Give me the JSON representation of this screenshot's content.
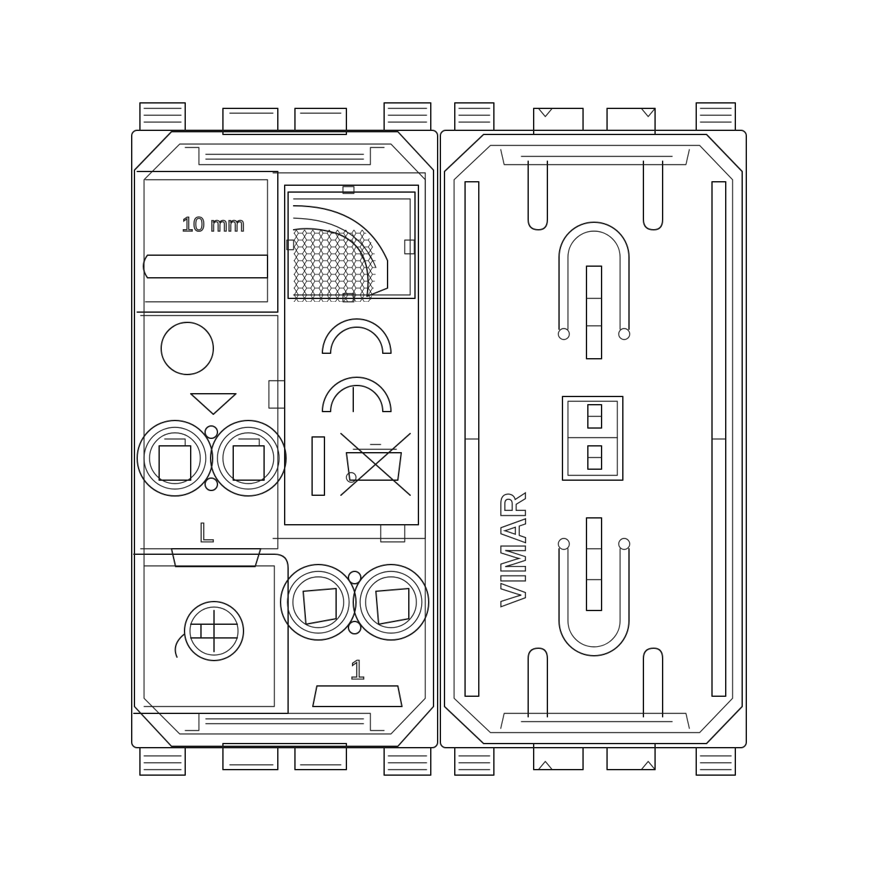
{
  "labels": {
    "strip_length": "10 mm",
    "terminal_left": "L",
    "terminal_right": "1",
    "brand": "VIMAR"
  },
  "icons": [
    "ce-mark",
    "weee-crossed-bin-icon",
    "sensor-lens-icon",
    "adjustment-knob-icon",
    "arrow-down-icon"
  ],
  "colors": {
    "line": "#1a1a1a",
    "background": "#ffffff"
  }
}
